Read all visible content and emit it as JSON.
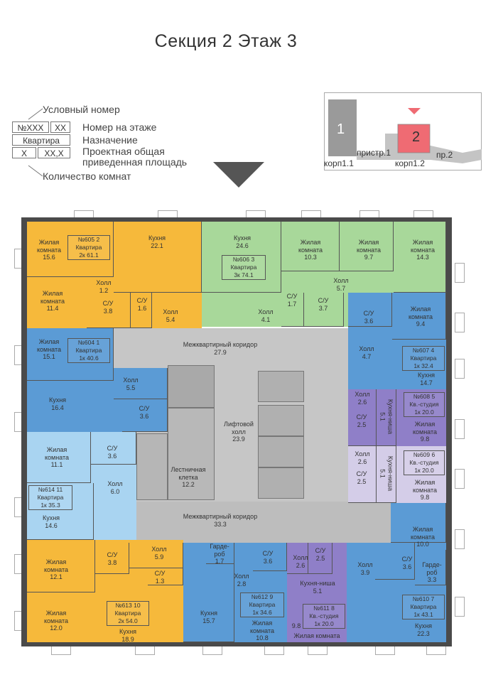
{
  "title": "Секция 2 Этаж 3",
  "legend": {
    "number_label": "Условный номер",
    "floor_number_label": "Номер на этаже",
    "purpose_label": "Назначение",
    "area_label_1": "Проектная общая",
    "area_label_2": "приведенная площадь",
    "rooms_label": "Количество комнат",
    "box_number": "№XXX",
    "box_floor": "XX",
    "box_purpose": "Квартира",
    "box_rooms": "X",
    "box_area": "XX,X"
  },
  "keymap": {
    "building1": "1",
    "building2": "2",
    "korp11": "корп1.1",
    "korp12": "корп1.2",
    "pristr": "пристр.1",
    "pr2": "пр.2"
  },
  "colors": {
    "orange": "#f6b93b",
    "green": "#a8d89a",
    "blue": "#5b9bd5",
    "light_blue": "#a9d4f1",
    "purple": "#8f7fc8",
    "lavender": "#d4cde8",
    "gray": "#c6c6c6",
    "red": "#ef6b73"
  },
  "rooms": {
    "r605_living1": [
      "Жилая",
      "комната",
      "15.6"
    ],
    "r605_living2": [
      "Жилая",
      "комната",
      "11.4"
    ],
    "r605_hall": [
      "Холл",
      "1.2"
    ],
    "r605_su1": [
      "С/У",
      "3.8"
    ],
    "r605_su2": [
      "С/У",
      "1.6"
    ],
    "r605_kitchen": [
      "Кухня",
      "22.1"
    ],
    "r605_hall2": [
      "Холл",
      "5.4"
    ],
    "r606_kitchen": [
      "Кухня",
      "24.6"
    ],
    "r606_living1": [
      "Жилая",
      "комната",
      "10.3"
    ],
    "r606_living2": [
      "Жилая",
      "комната",
      "9.7"
    ],
    "r606_living3": [
      "Жилая",
      "комната",
      "14.3"
    ],
    "r606_hall": [
      "Холл",
      "5.7"
    ],
    "r606_su1": [
      "С/У",
      "1.7"
    ],
    "r606_su2": [
      "С/У",
      "3.7"
    ],
    "r606_hall2": [
      "Холл",
      "4.1"
    ],
    "corridor1": [
      "Межквартирный коридор",
      "27.9"
    ],
    "r604_living": [
      "Жилая",
      "комната",
      "15.1"
    ],
    "r604_kitchen": [
      "Кухня",
      "16.4"
    ],
    "r604_hall": [
      "Холл",
      "5.5"
    ],
    "r604_su": [
      "С/У",
      "3.6"
    ],
    "r607_su": [
      "С/У",
      "3.6"
    ],
    "r607_living": [
      "Жилая",
      "комната",
      "9.4"
    ],
    "r607_hall": [
      "Холл",
      "4.7"
    ],
    "r607_kitchen": [
      "Кухня",
      "14.7"
    ],
    "lift": [
      "Лифтовой",
      "холл",
      "23.9"
    ],
    "stairs": [
      "Лестничная",
      "клетка",
      "12.2"
    ],
    "r608_hall": [
      "Холл",
      "2.6"
    ],
    "r608_su": [
      "С/У",
      "2.5"
    ],
    "r608_niche": [
      "Кухня-ниша",
      "5.1"
    ],
    "r608_living": [
      "Жилая",
      "комната",
      "9.8"
    ],
    "r609_hall": [
      "Холл",
      "2.6"
    ],
    "r609_su": [
      "С/У",
      "2.5"
    ],
    "r609_niche": [
      "Кухня-ниша",
      "5.1"
    ],
    "r609_living": [
      "Жилая",
      "комната",
      "9.8"
    ],
    "r614_living": [
      "Жилая",
      "комната",
      "11.1"
    ],
    "r614_su": [
      "С/У",
      "3.6"
    ],
    "r614_hall": [
      "Холл",
      "6.0"
    ],
    "r614_kitchen": [
      "Кухня",
      "14.6"
    ],
    "corridor2": [
      "Межквартирный коридор",
      "33.3"
    ],
    "r613_living1": [
      "Жилая",
      "комната",
      "12.1"
    ],
    "r613_su1": [
      "С/У",
      "3.8"
    ],
    "r613_hall": [
      "Холл",
      "5.9"
    ],
    "r613_su2": [
      "С/У",
      "1.3"
    ],
    "r613_living2": [
      "Жилая",
      "комната",
      "12.0"
    ],
    "r613_kitchen": [
      "Кухня",
      "18.9"
    ],
    "r612_wardrobe": [
      "Гарде-",
      "роб",
      "1.7"
    ],
    "r612_su": [
      "С/У",
      "3.6"
    ],
    "r612_hall": [
      "Холл",
      "2.8"
    ],
    "r612_kitchen": [
      "Кухня",
      "15.7"
    ],
    "r612_living": [
      "Жилая",
      "комната",
      "10.8"
    ],
    "r611_hall": [
      "Холл",
      "2.6"
    ],
    "r611_su": [
      "С/У",
      "2.5"
    ],
    "r611_niche": [
      "Кухня-ниша",
      "5.1"
    ],
    "r611_area": "9.8",
    "r611_living": "Жилая комната",
    "r610_living": [
      "Жилая",
      "комната",
      "10.0"
    ],
    "r610_su": [
      "С/У",
      "3.6"
    ],
    "r610_hall": [
      "Холл",
      "3.9"
    ],
    "r610_wardrobe": [
      "Гарде-",
      "роб",
      "3.3"
    ],
    "r610_kitchen": [
      "Кухня",
      "22.3"
    ]
  },
  "apartments": {
    "a605": {
      "num": "№605",
      "floor": "2",
      "type": "Квартира",
      "rooms": "2к",
      "area": "61.1"
    },
    "a606": {
      "num": "№606",
      "floor": "3",
      "type": "Квартира",
      "rooms": "3к",
      "area": "74.1"
    },
    "a604": {
      "num": "№604",
      "floor": "1",
      "type": "Квартира",
      "rooms": "1к",
      "area": "40.6"
    },
    "a607": {
      "num": "№607",
      "floor": "4",
      "type": "Квартира",
      "rooms": "1к",
      "area": "32.4"
    },
    "a608": {
      "num": "№608",
      "floor": "5",
      "type": "Кв.-студия",
      "rooms": "1к",
      "area": "20.0"
    },
    "a609": {
      "num": "№609",
      "floor": "6",
      "type": "Кв.-студия",
      "rooms": "1к",
      "area": "20.0"
    },
    "a614": {
      "num": "№614",
      "floor": "11",
      "type": "Квартира",
      "rooms": "1к",
      "area": "35.3"
    },
    "a613": {
      "num": "№613",
      "floor": "10",
      "type": "Квартира",
      "rooms": "2к",
      "area": "54.0"
    },
    "a612": {
      "num": "№612",
      "floor": "9",
      "type": "Квартира",
      "rooms": "1к",
      "area": "34.6"
    },
    "a611": {
      "num": "№611",
      "floor": "8",
      "type": "Кв.-студия",
      "rooms": "1к",
      "area": "20.0"
    },
    "a610": {
      "num": "№610",
      "floor": "7",
      "type": "Квартира",
      "rooms": "1к",
      "area": "43.1"
    }
  }
}
